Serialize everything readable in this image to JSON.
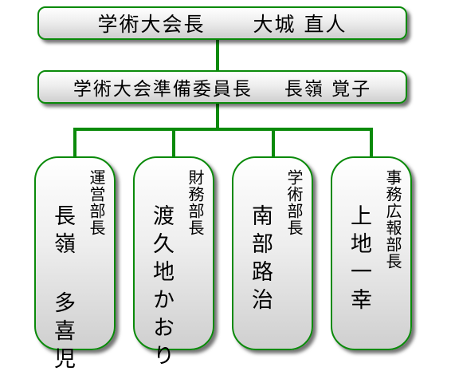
{
  "president": {
    "title": "学術大会長",
    "name": "大城 直人"
  },
  "committee_chair": {
    "title": "学術大会準備委員長",
    "name": "長嶺 覚子"
  },
  "departments": [
    {
      "title": "運営部長",
      "name": "長嶺 多喜児"
    },
    {
      "title": "財務部長",
      "name": "渡久地かおり"
    },
    {
      "title": "学術部長",
      "name": "南部路治"
    },
    {
      "title": "事務広報部長",
      "name": "上地一幸"
    }
  ],
  "colors": {
    "connector": "#0a8a0a",
    "border": "#0a8a0a"
  }
}
